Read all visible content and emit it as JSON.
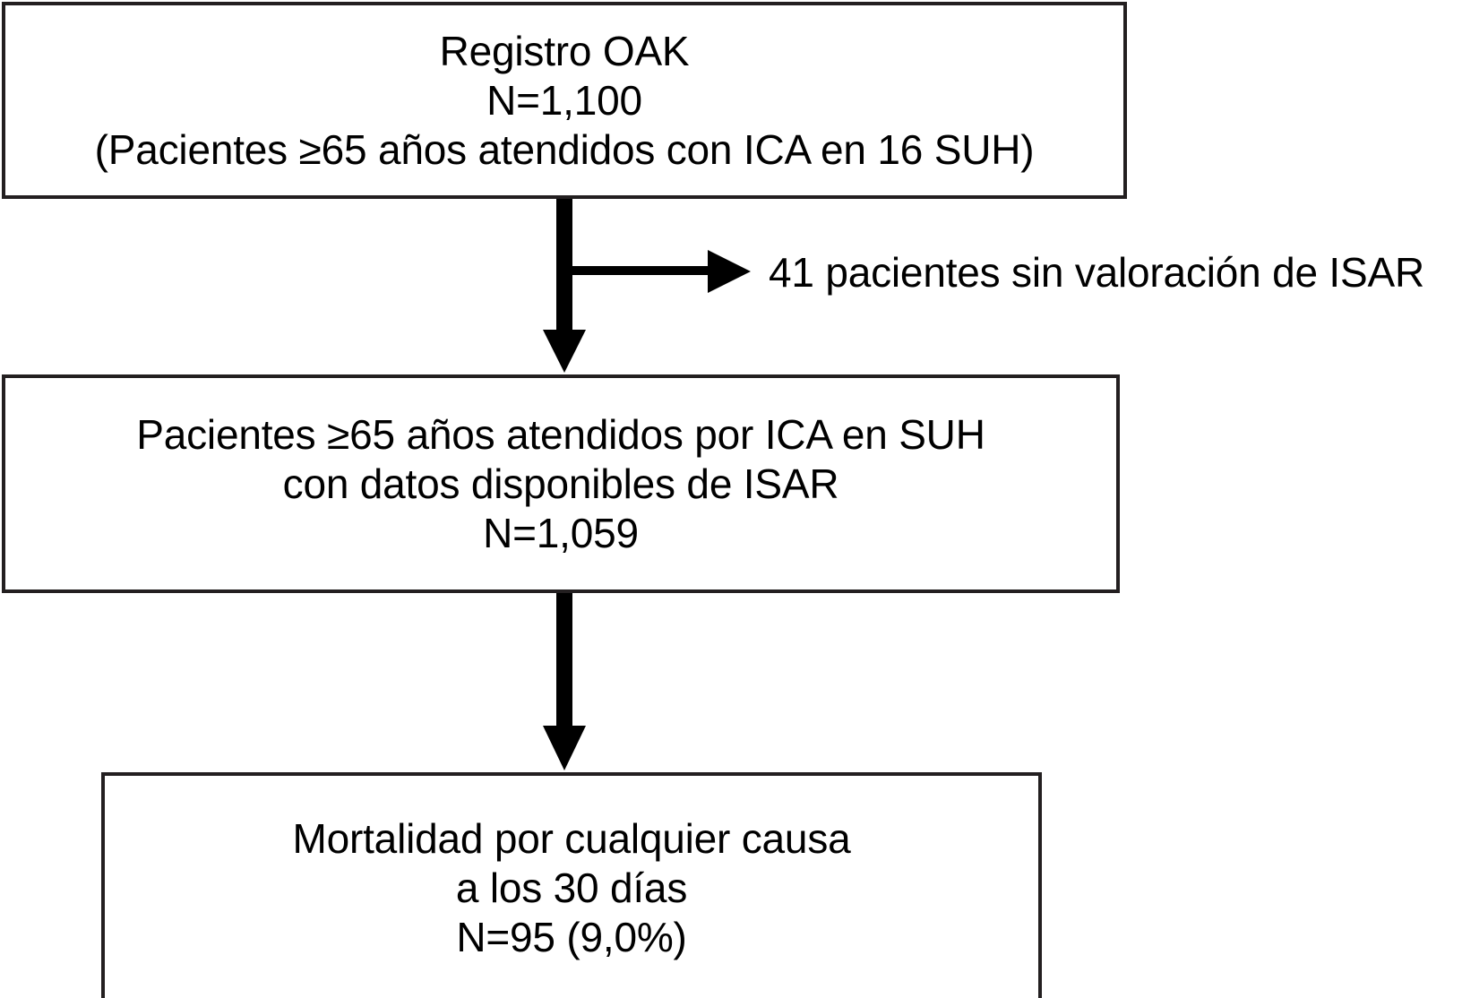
{
  "figure": {
    "type": "flowchart",
    "orientation": "vertical",
    "language": "es",
    "colors": {
      "stroke": "#231f20",
      "fill": "#ffffff",
      "text": "#000000"
    }
  },
  "nodes": {
    "registro": {
      "id": "registro-oak",
      "lines": [
        "Registro OAK",
        "N=1,100",
        "(Pacientes ≥65 años atendidos con ICA en 16 SUH)"
      ],
      "count": "N=1,100"
    },
    "isar": {
      "id": "pacientes-con-isar",
      "lines": [
        "Pacientes ≥65 años atendidos por ICA en SUH",
        "con datos disponibles de ISAR",
        "N=1,059"
      ],
      "count": "N=1,059"
    },
    "mortalidad": {
      "id": "mortalidad-30-dias",
      "lines": [
        "Mortalidad por cualquier causa",
        "a los 30 días",
        "N=95 (9,0%)"
      ],
      "count": "N=95 (9,0%)"
    }
  },
  "exclusions": [
    {
      "id": "sin-valoracion-isar",
      "label": "41 pacientes sin valoración de ISAR",
      "n": 41
    }
  ],
  "connectors": [
    {
      "id": "registro-to-isar",
      "kind": "arrow-down"
    },
    {
      "id": "registro-to-exclusion",
      "kind": "arrow-right"
    },
    {
      "id": "isar-to-mortalidad",
      "kind": "arrow-down"
    }
  ]
}
